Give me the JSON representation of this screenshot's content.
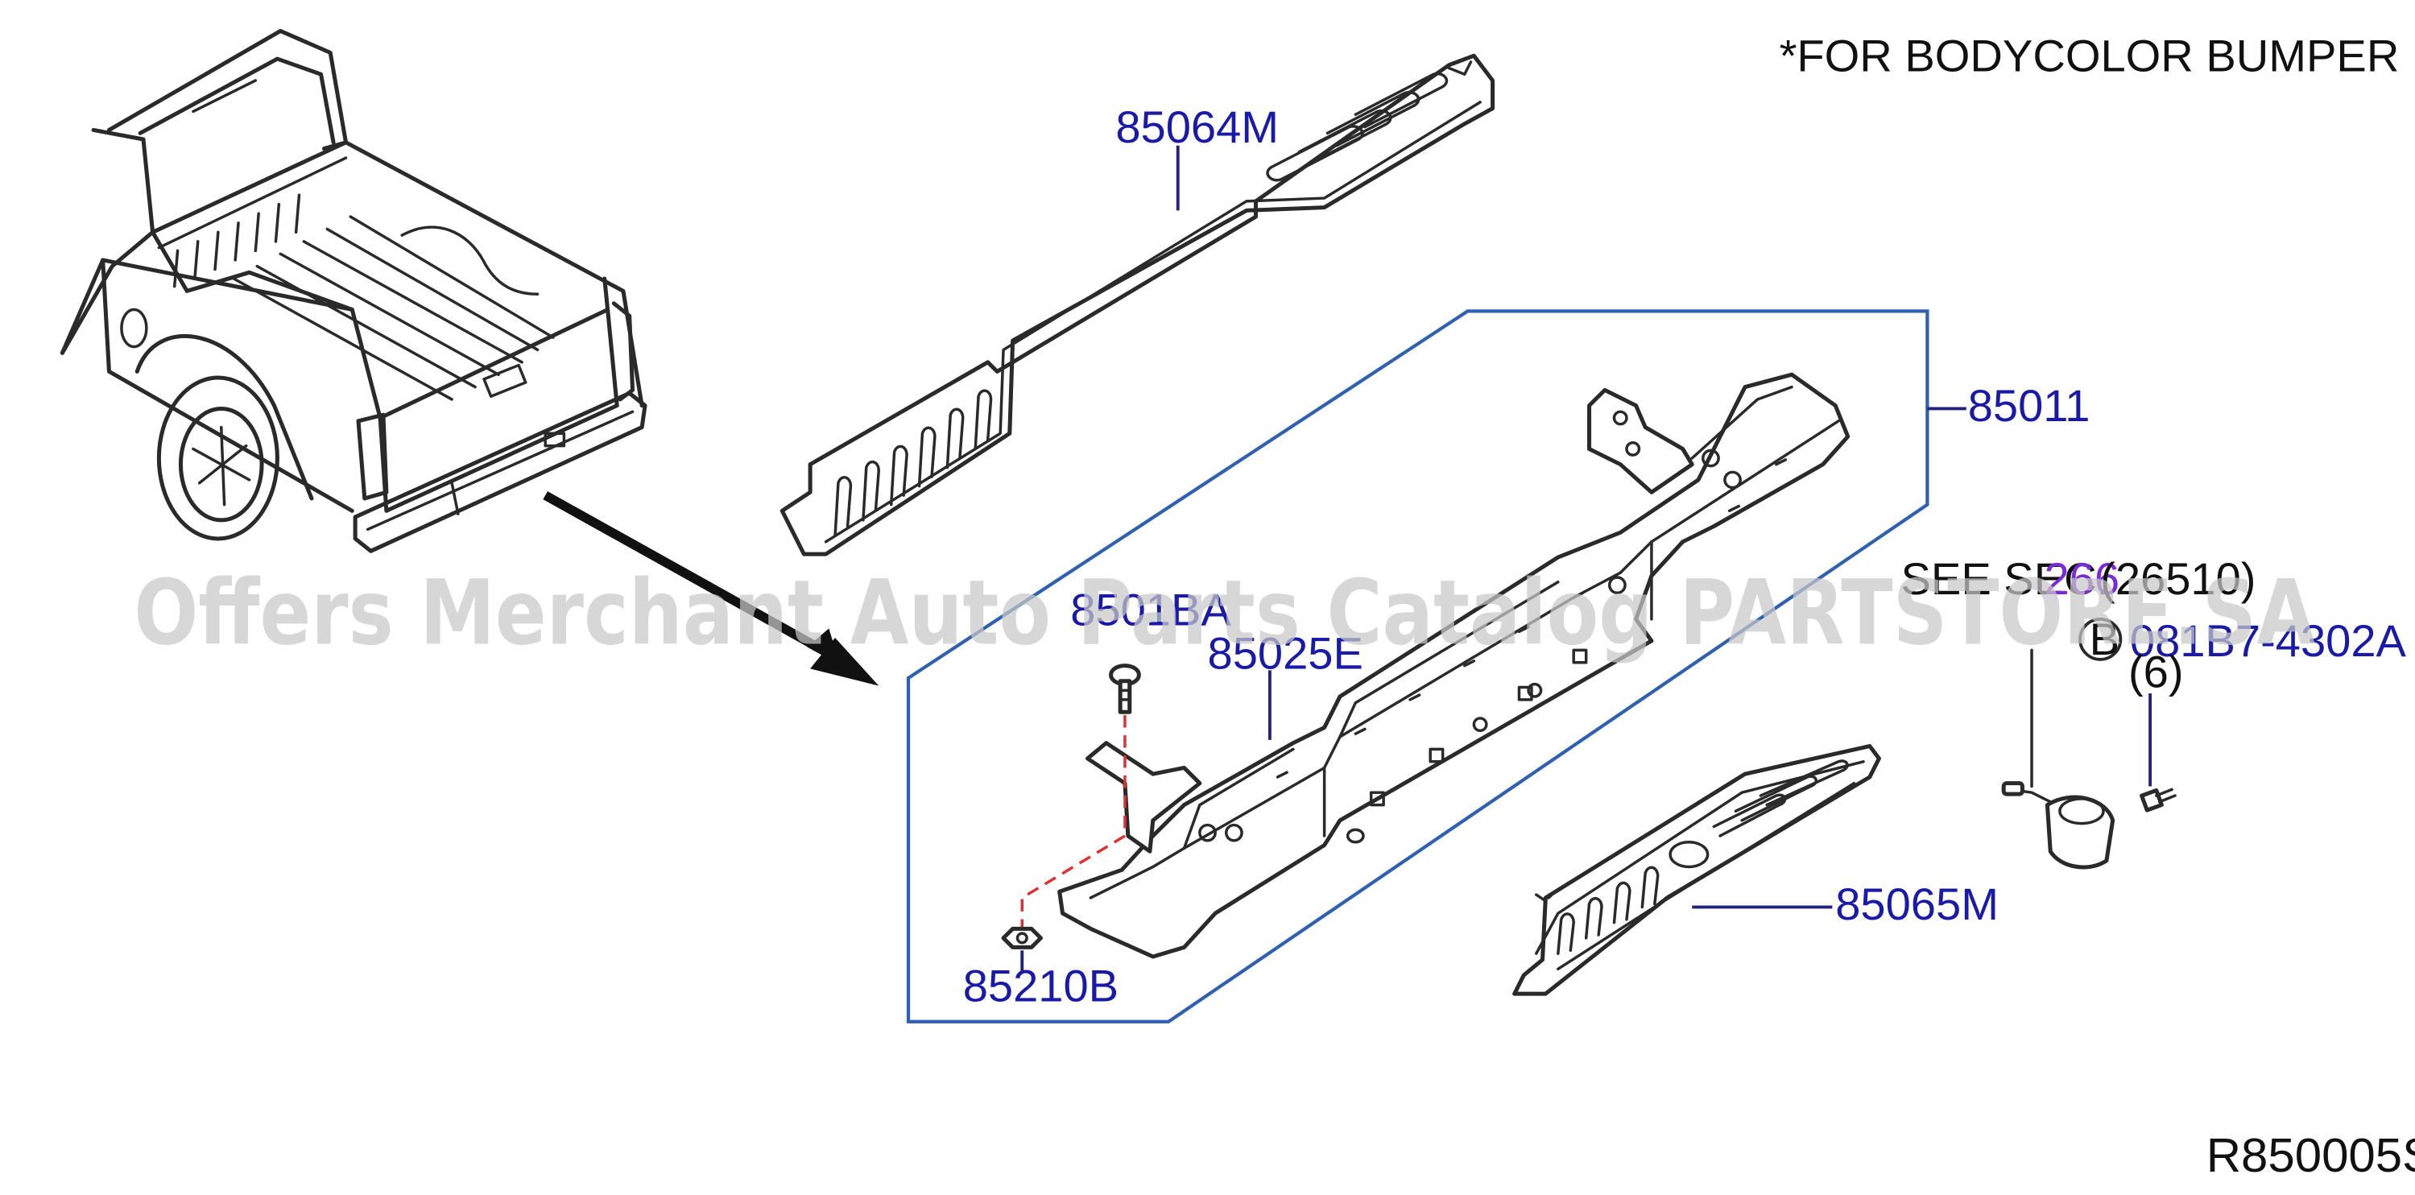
{
  "note": "*FOR  BODYCOLOR  BUMPER",
  "drawing_id": "R850005S",
  "watermark": "Offers Merchant Auto Parts Catalog PARTSTORE.SA",
  "colors": {
    "label_blue": "#1a1aa8",
    "frame_blue": "#3060b0",
    "red_dash": "#e03030",
    "link_purple": "#7a2bd6"
  },
  "parts": {
    "step_upper": "85064M",
    "bumper_assy": "85011",
    "bumper_frame": "85025E",
    "clip_top": "8501BA",
    "nut": "85210B",
    "step_lower": "85065M"
  },
  "see_sec": {
    "prefix": "SEE  SEC.",
    "number": "266",
    "suffix": "(26510)"
  },
  "bolt": {
    "symbol": "B",
    "part": "081B7-4302A",
    "qty": "(6)"
  },
  "icons": [
    "truck-illustration",
    "direction-arrow",
    "bolt-b-symbol"
  ]
}
